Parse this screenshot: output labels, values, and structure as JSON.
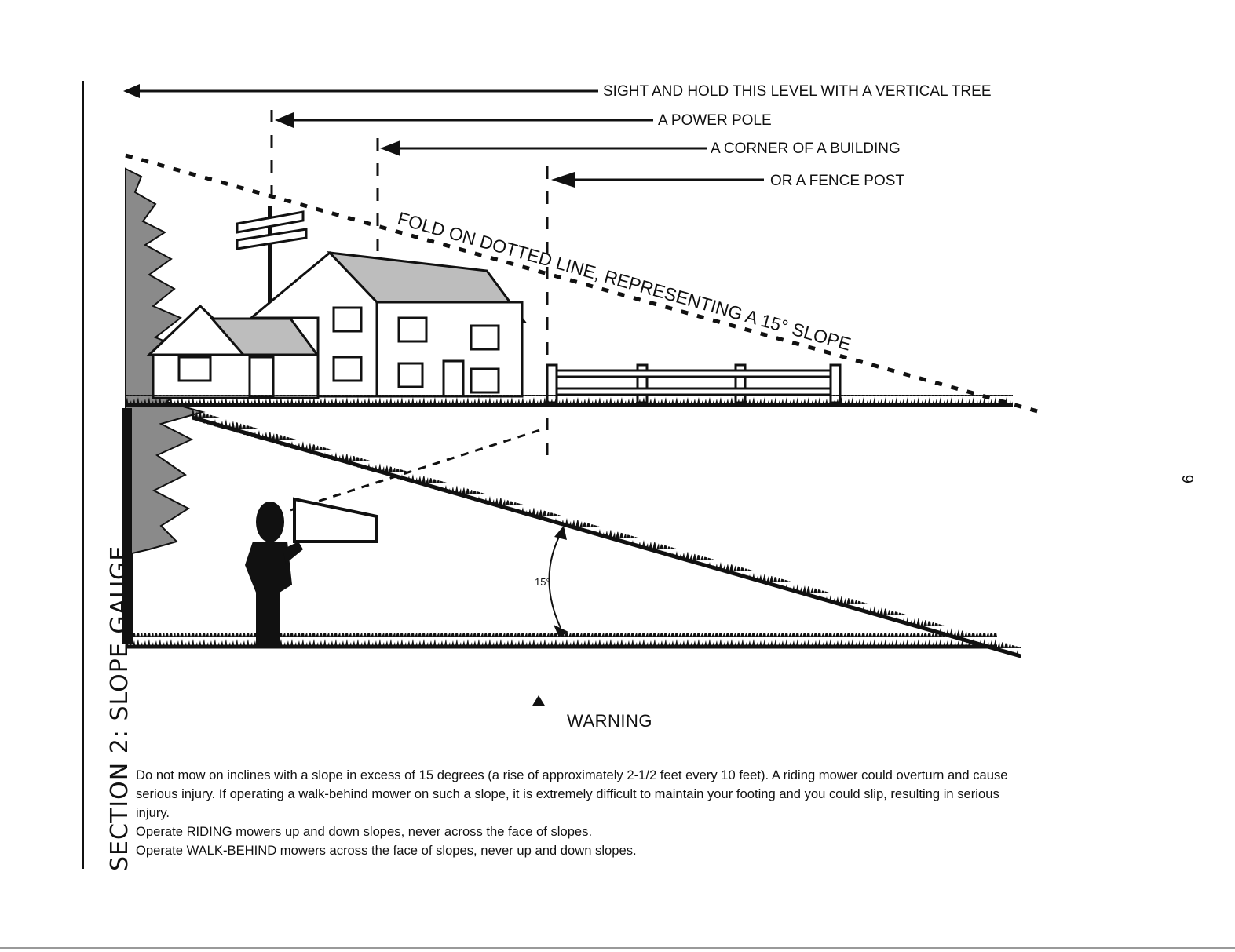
{
  "section_tab": "SECTION 2:  SLOPE GAUGE",
  "page_number": "6",
  "figure": {
    "sight_labels": [
      "SIGHT AND HOLD THIS LEVEL WITH A VERTICAL TREE",
      "A POWER POLE",
      "A CORNER OF A BUILDING",
      "OR A FENCE POST"
    ],
    "fold_label": "FOLD ON DOTTED LINE, REPRESENTING A 15° SLOPE",
    "angle_label": "15°"
  },
  "warning": {
    "title": "WARNING",
    "paragraph": "Do not mow on inclines with a slope in excess of 15 degrees (a rise of approximately 2-1/2 feet every 10 feet).  A riding mower could overturn and cause serious injury.  If operating a walk-behind mower on such a slope, it is extremely difficult to maintain your footing and you could slip, resulting in serious injury.",
    "riding_line": "Operate RIDING mowers up and down slopes, never across the face of slopes.",
    "walk_line": "Operate WALK-BEHIND mowers across the face of slopes, never up and down slopes."
  },
  "colors": {
    "ink": "#111111",
    "tree_gray": "#8a8a8a",
    "roof_gray": "#bdbdbd"
  }
}
